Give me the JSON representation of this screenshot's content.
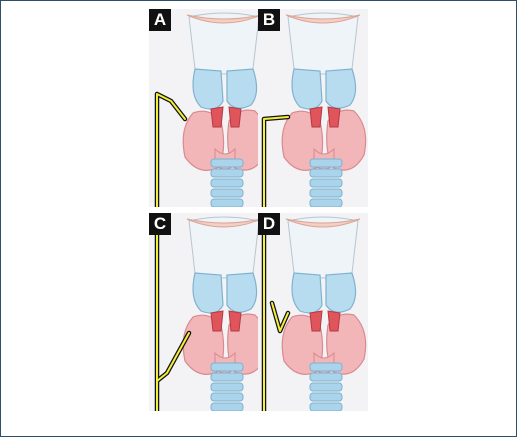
{
  "panels": [
    {
      "id": "A",
      "label": "A",
      "nerve_variant": "branch-upper"
    },
    {
      "id": "B",
      "label": "B",
      "nerve_variant": "horizontal-hook"
    },
    {
      "id": "C",
      "label": "C",
      "nerve_variant": "branch-lower"
    },
    {
      "id": "D",
      "label": "D",
      "nerve_variant": "loop"
    }
  ],
  "colors": {
    "thyroid": "#f2b6b8",
    "thyroid_outline": "#d98a90",
    "cartilage": "#b8dcef",
    "cartilage_outline": "#7fb2cf",
    "parathyroid": "#e0545c",
    "trachea_rings": "#a9d4ec",
    "nerve": "#f4ef3a",
    "nerve_outline": "#111111",
    "frame": "#2e4e6e"
  }
}
